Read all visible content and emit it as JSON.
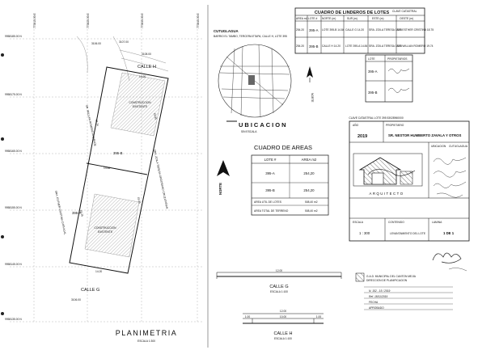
{
  "coordinates": {
    "e1": "773815.00 E",
    "e2": "773825.00 E",
    "e3": "773835.00 E",
    "e4": "773845.00 E",
    "n1": "9958185.00 N",
    "n2": "9958175.00 N",
    "n3": "9958165.00 N",
    "n4": "9958155.00 N",
    "n5": "9958145.00 N",
    "n6": "9958135.00 N"
  },
  "plan": {
    "title": "PLANIMETRIA",
    "scale": "ESCALA 1:300",
    "street_h": "CALLE H",
    "street_g": "CALLE G",
    "lot_a": "395-A",
    "lot_b": "395-B",
    "building_a": "CONSTRUCCION\nEXISTENTE",
    "building_b": "CONSTRUCCION\nEXISTENTE",
    "road_left": "SR. WILLIAN ROMERO ANDRADE",
    "road_left2": "SRA. ESTHER CRISTINA CARVAJAL",
    "road_right": "SRA. ZOILA TERESA ORDOÑANO CRUZATAÑAN",
    "dim_top": "14.20",
    "dim_bottom": "14.20",
    "dim_mid_a": "14.84",
    "dim_mid_b": "14.84",
    "dim_left_a": "19.74",
    "dim_left_b": "18.75",
    "dim_right_a": "18.85",
    "dim_right_b": "18.85",
    "elev1": "3106.00",
    "elev2": "3107.00",
    "elev3": "3108.00",
    "elev4": "3106.00"
  },
  "lot_table": {
    "title": "CUADRO DE LINDEROS DE LOTES",
    "subtitle": "CLAVE CATASTRAL",
    "headers": [
      "AREA m2",
      "LOTE #",
      "NORTE (m)",
      "SUR (m)",
      "ESTE (m)",
      "OESTE (m)"
    ],
    "rows": [
      [
        "254.20",
        "395-A",
        "LOTE 395-B 14.84",
        "CALLE G 14.20",
        "SRA. ZOILA TERESA 18.85",
        "SR. ESTHER CRISTINA 18.75"
      ],
      [
        "254.20",
        "395-B",
        "CALLE H 14.20",
        "LOTE 395-A 14.84",
        "SRA. ZOILA TERESA 18.85",
        "SR. WILLIAN ROMERO 19.74"
      ]
    ]
  },
  "location": {
    "city": "CUTUGLAGUA",
    "address": "BARRIO EL TAMBO, TERCERA ETAPA, CALLE H, LOTE 395",
    "north_label": "NORTE",
    "title": "UBICACION",
    "scale": "SIN ESCALA"
  },
  "small_table": {
    "headers": [
      "LOTE",
      "PROPIETARIOS"
    ],
    "rows": [
      [
        "395-A",
        "firma"
      ],
      [
        "395-B",
        "firma"
      ]
    ]
  },
  "areas": {
    "title": "CUADRO DE AREAS",
    "col1": "LOTE #",
    "col2": "AREA m2",
    "rows": [
      {
        "lot": "395-A",
        "area": "254,20"
      },
      {
        "lot": "395-B",
        "area": "254,20"
      }
    ],
    "total_lots_label": "AREA UTIL DE LOTES",
    "total_lots_value": "508,40 m2",
    "total_land_label": "AREA TOTAL DE TERRENO",
    "total_land_value": "508,40 m2",
    "north": "NORTE"
  },
  "title_block": {
    "cadastral": "CLAVE CATASTRAL LOTE 395 53028960000",
    "year": "2019",
    "owner_label": "PROPIETARIO",
    "owner": "SR. NESTOR HUMBERTO ZAVALA Y OTROS",
    "firm_label": "UBICACION",
    "firm_value": "CUTUGLAGUA",
    "architect": "ARQUITECTO",
    "scale_label": "ESCALA",
    "scale_value": "1 : 300",
    "content_label": "CONTENIDO",
    "content_value": "LEVANTAMIENTO DEL LOTE",
    "sheet_label": "LAMINA",
    "sheet_value": "1 DE 1"
  },
  "sections": {
    "g_label": "CALLE G",
    "g_scale": "ESCALA 1:100",
    "g_width": "12.00",
    "h_label": "CALLE H",
    "h_scale": "ESCALA 1:100",
    "h_width": "12.00",
    "side1": "1.00",
    "side2": "1.00",
    "lane": "10.00"
  },
  "stamp": {
    "office": "G.A.D. MUNICIPAL DEL CANTON MEJIA",
    "dept": "DIRECCION DE PLANIFICACION",
    "line1": "FECHA",
    "line2": "APROBADO",
    "hand1": "N. 152 - 15 / 2019",
    "hand2": "Ref. 18/11/2019"
  }
}
